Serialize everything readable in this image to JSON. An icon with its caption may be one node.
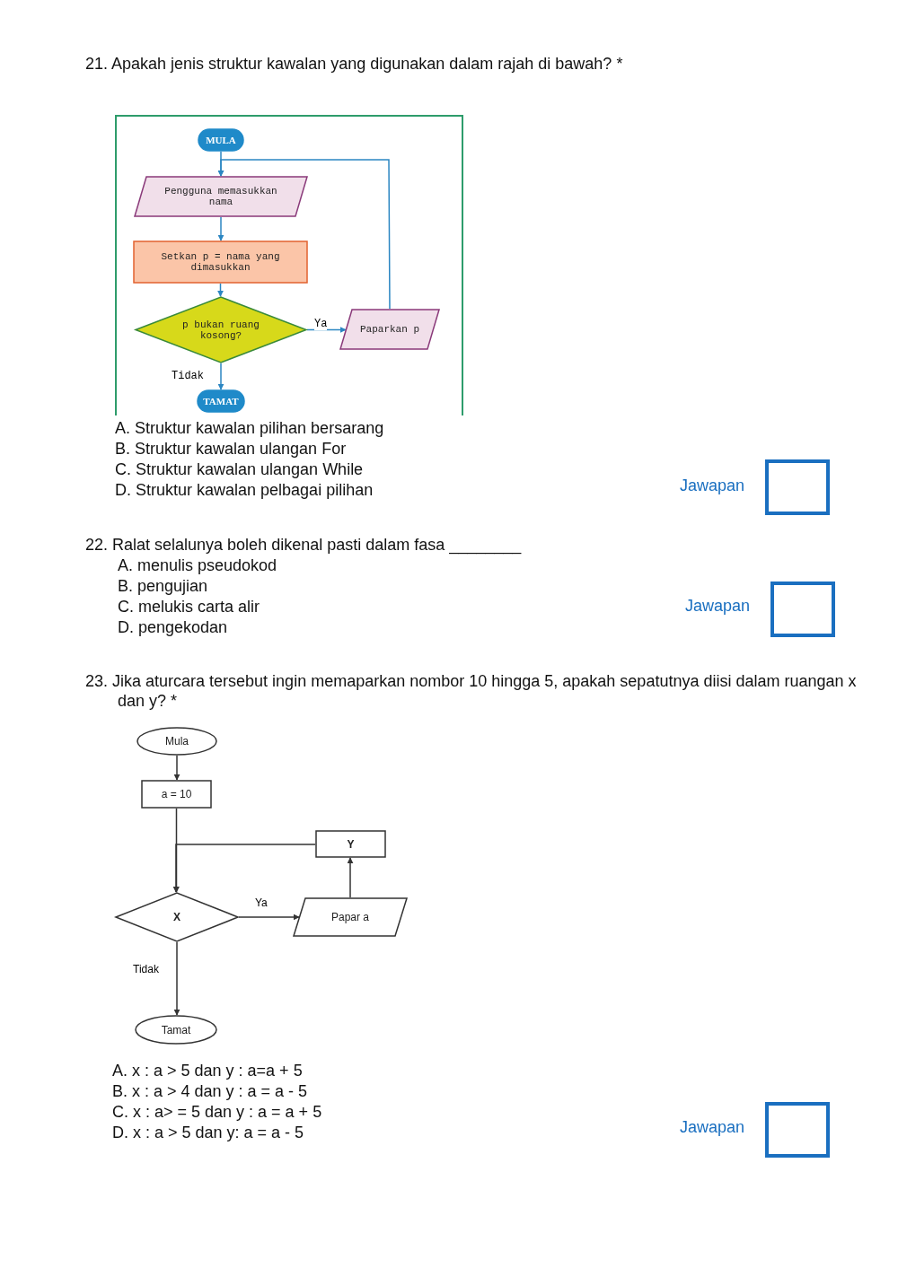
{
  "diagram": {
    "nodes": [
      {
        "text": [
          "MULA"
        ]
      },
      {
        "text": [
          "Pengguna memasukkan nama"
        ]
      },
      {
        "text": [
          "Setkan p = nama yang dimasukkan"
        ]
      },
      {
        "text": [
          "p bukan ruang kosong?"
        ]
      },
      {
        "text": [
          "Paparkan p"
        ]
      },
      {
        "text": [
          "TAMAT"
        ]
      },
      {
        "text": [
          "Mula"
        ]
      },
      {
        "text": [
          "a = 10"
        ]
      },
      {
        "text": [
          "X"
        ]
      },
      {
        "text": [
          "Papar a"
        ]
      },
      {
        "text": [
          "Y"
        ]
      },
      {
        "text": [
          "Tamat"
        ]
      }
    ],
    "edges": [
      {
        "from": 0,
        "to": 1,
        "arrow": "to",
        "color": "#2b86c2"
      },
      {
        "from": 1,
        "to": 2,
        "arrow": "to",
        "color": "#2b86c2"
      },
      {
        "from": 2,
        "to": 3,
        "arrow": "to",
        "color": "#2b86c2"
      },
      {
        "from": 3,
        "to": 4,
        "arrow": "to",
        "label": "Ya",
        "color": "#2b86c2"
      },
      {
        "from": 4,
        "to": 1,
        "arrow": "to",
        "color": "#2b86c2"
      },
      {
        "from": 3,
        "to": 5,
        "arrow": "to",
        "label": "Tidak",
        "color": "#2b86c2"
      },
      {
        "from": 6,
        "to": 7,
        "arrow": "to",
        "color": "#333333"
      },
      {
        "from": 7,
        "to": 8,
        "arrow": "to",
        "color": "#333333"
      },
      {
        "from": 8,
        "to": 9,
        "arrow": "to",
        "label": "Ya",
        "color": "#333333"
      },
      {
        "from": 9,
        "to": 10,
        "arrow": "to",
        "color": "#333333"
      },
      {
        "from": 10,
        "to": 8,
        "arrow": "to",
        "color": "#333333"
      },
      {
        "from": 8,
        "to": 11,
        "arrow": "to",
        "label": "Tidak",
        "color": "#333333"
      }
    ],
    "labels": [
      "21. Apakah jenis struktur kawalan yang digunakan dalam rajah di bawah? *",
      "A. Struktur kawalan pilihan bersarang",
      "B. Struktur kawalan ulangan For",
      "C. Struktur kawalan ulangan While",
      "D. Struktur kawalan pelbagai pilihan",
      "Jawapan",
      "22. Ralat selalunya boleh dikenal pasti dalam fasa ________",
      "A. menulis pseudokod",
      "B. pengujian",
      "C. melukis carta alir",
      "D. pengekodan",
      "Jawapan",
      "23. Jika aturcara tersebut ingin memaparkan nombor 10 hingga 5, apakah sepatutnya diisi dalam ruangan x dan y? *",
      "A. x : a > 5 dan y : a=a + 5",
      "B. x : a > 4 dan y : a = a - 5",
      "C. x : a> = 5 dan y : a = a + 5",
      "D. x : a > 5 dan y: a = a - 5",
      "Jawapan"
    ]
  }
}
